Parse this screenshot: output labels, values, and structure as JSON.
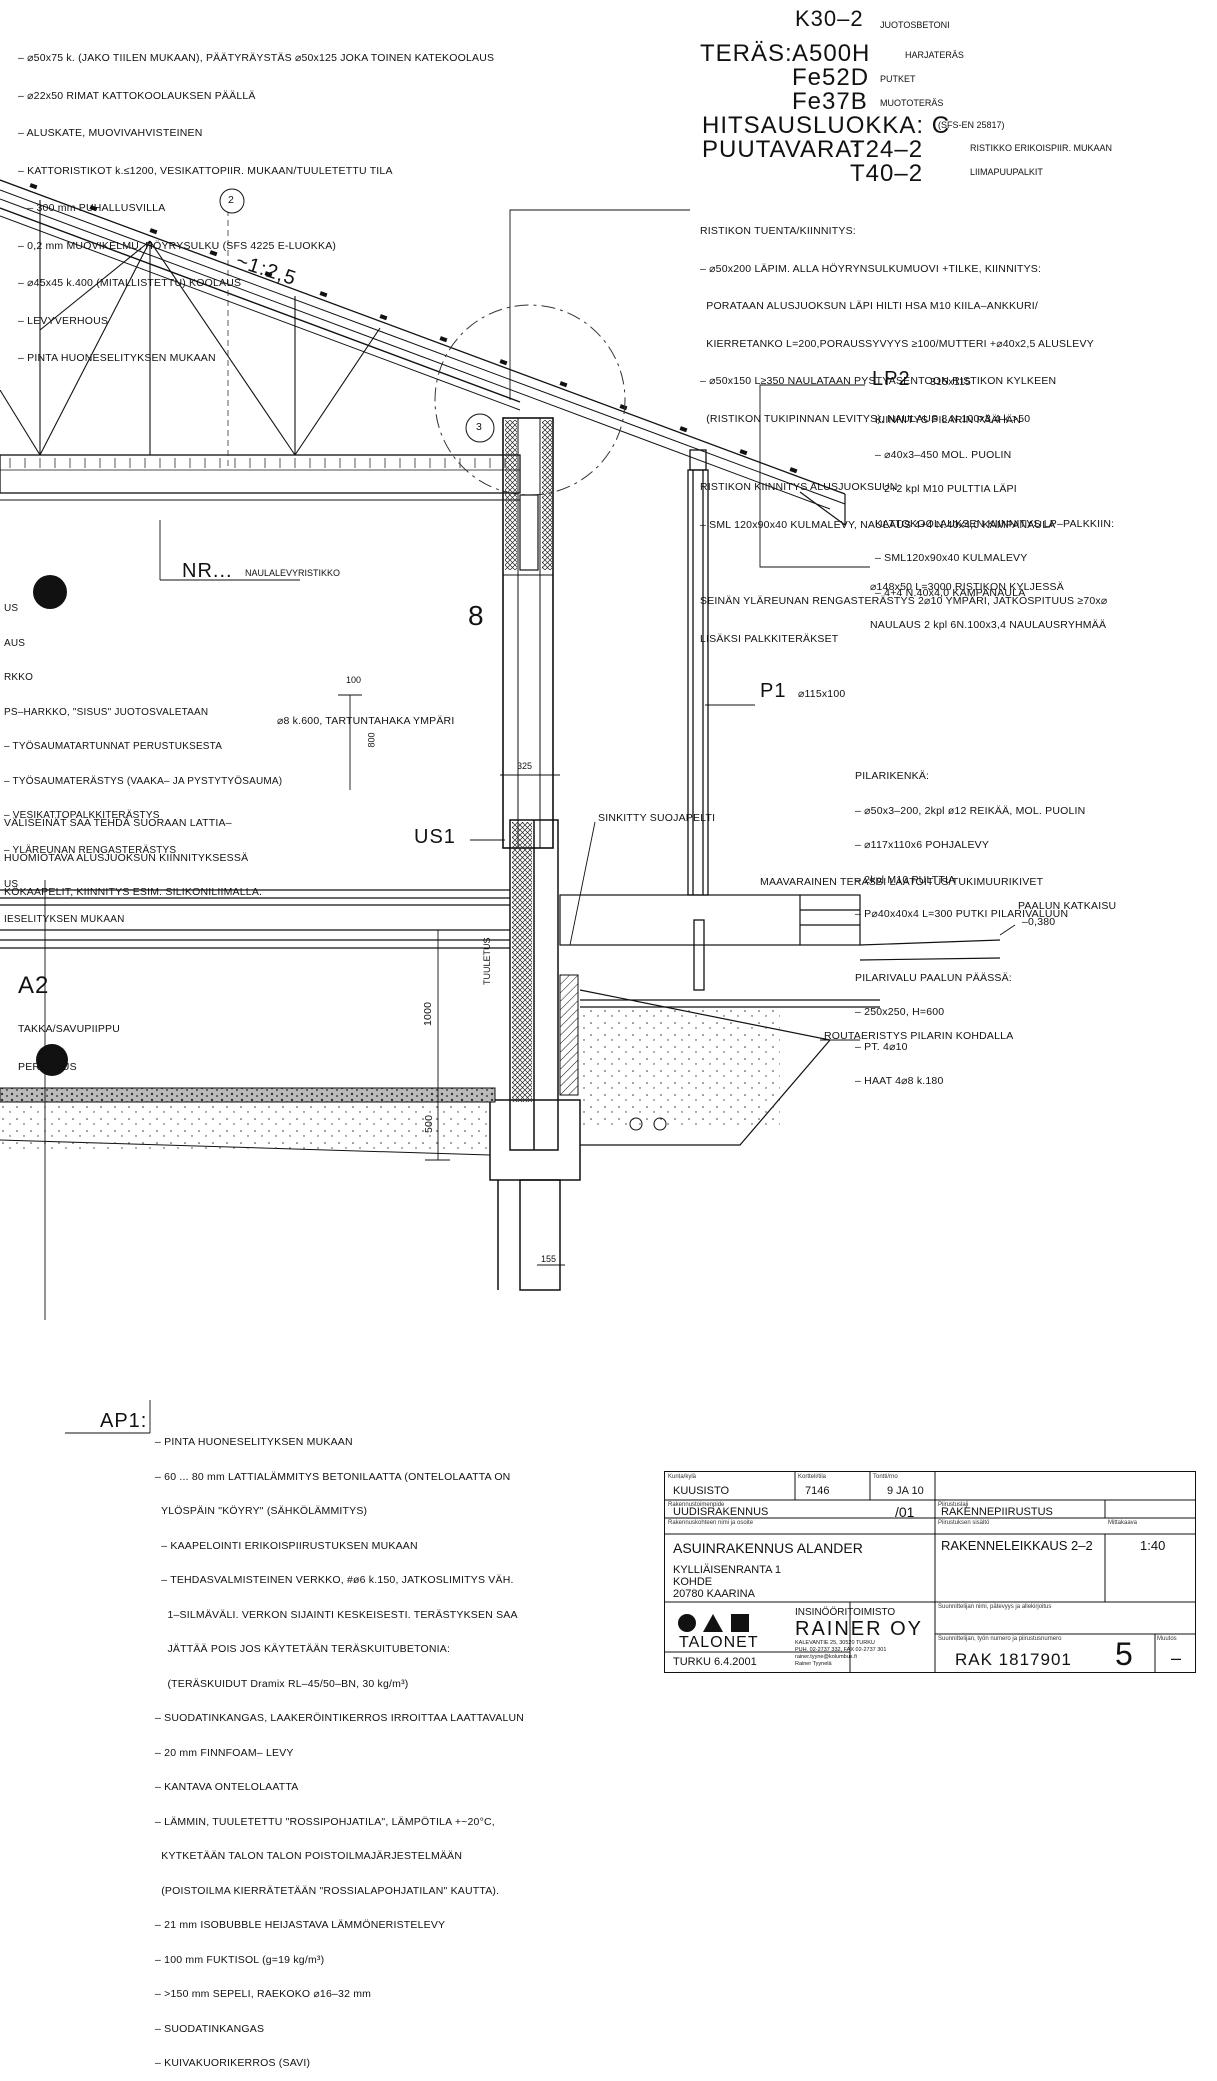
{
  "top_left_notes": [
    "– ⌀50x75 k. (JAKO TIILEN MUKAAN), PÄÄTYRÄYSTÄS ⌀50x125 JOKA TOINEN KATEKOOLAUS",
    "– ⌀22x50 RIMAT KATTOKOOLAUKSEN PÄÄLLÄ",
    "– ALUSKATE, MUOVIVAHVISTEINEN",
    "– KATTORISTIKOT k.≤1200, VESIKATTOPIIR. MUKAAN/TUULETETTU TILA",
    "   – 300 mm PUHALLUSVILLA",
    "– 0,2 mm MUOVIKELMU, HÖYRYSULKU (SFS 4225 E-LUOKKA)",
    "– ⌀45x45 k.400 (MITALLISTETTU) KOOLAUS",
    "– LEVYVERHOUS",
    "– PINTA HUONESELITYKSEN MUKAAN"
  ],
  "materials": {
    "k30": "K30–2",
    "k30_note": "JUOTOSBETONI",
    "steel_label": "TERÄS:",
    "steel": [
      {
        "grade": "A500H",
        "note": "HARJATERÄS"
      },
      {
        "grade": "Fe52D",
        "note": "PUTKET"
      },
      {
        "grade": "Fe37B",
        "note": "MUOTOTERÄS"
      }
    ],
    "weld": "HITSAUSLUOKKA: C",
    "weld_note": "(SFS-EN 25817)",
    "timber_label": "PUUTAVARA:",
    "timber": [
      {
        "grade": "T24–2",
        "note": "RISTIKKO ERIKOISPIIR. MUKAAN"
      },
      {
        "grade": "T40–2",
        "note": "LIIMAPUUPALKIT"
      }
    ]
  },
  "truss_support": [
    "RISTIKON TUENTA/KIINNITYS:",
    "– ⌀50x200 LÄPIM. ALLA HÖYRYNSULKUMUOVI +TILKE, KIINNITYS:",
    "  PORATAAN ALUSJUOKSUN LÄPI HILTI HSA M10 KIILA–ANKKURI/",
    "  KIERRETANKO L=200,PORAUSSYVYYS ≥100/MUTTERI +⌀40x2,5 ALUSLEVY",
    "– ⌀50x150 L≥350 NAULATAAN PYSTYASENTOON RISTIKON KYLKEEN",
    "  (RISTIKON TUKIPINNAN LEVITYS), NAULAUS 8 N.100x3,4 k.>50",
    "",
    "RISTIKON KIINNITYS ALUSJUOKSUUN:",
    "– SML 120x90x40 KULMALEVY, NAULAUS 4+4 N.40x4,0 KAMPANAULA",
    "",
    "SEINÄN YLÄREUNAN RENGASTERÄSTYS 2⌀10 YMPÄRI, JATKOSPITUUS ≥70x⌀",
    "LISÄKSI PALKKITERÄKSET"
  ],
  "lp2": {
    "title": "LP2",
    "size": "315x115",
    "lines": [
      "KIINNITYS PILARIN PÄÄHÄN",
      "– ⌀40x3–450 MOL. PUOLIN",
      "– 2+2 kpl M10 PULTTIA LÄPI",
      "KATTOKOOLAUKSEN KIINNITYS LP–PALKKIIN:",
      "– SML120x90x40 KULMALEVY",
      "– 4+4 N.40x4,0 KAMPANAULA"
    ]
  },
  "callout_tie": [
    "⌀148x50 L=3000 RISTIKON KYLJESSÄ",
    "NAULAUS 2 kpl 6N.100x3,4 NAULAUSRYHMÄÄ"
  ],
  "slope": "~1:2,5",
  "markers": {
    "m2": "2",
    "m3": "3",
    "section": "8"
  },
  "nr": {
    "title": "NR...",
    "note": "NAULALEVYRISTIKKO"
  },
  "left_wall_notes": [
    "US",
    "AUS",
    "RKKO",
    "PS–HARKKO, \"SISUS\" JUOTOSVALETAAN",
    "– TYÖSAUMATARTUNNAT PERUSTUKSESTA",
    "– TYÖSAUMATERÄSTYS (VAAKA– JA PYSTYTYÖSAUMA)",
    "– VESIKATTOPALKKITERÄSTYS",
    "– YLÄREUNAN RENGASTERÄSTYS",
    "US",
    "IESELITYKSEN MUKAAN"
  ],
  "dims": {
    "d100": "100",
    "d800": "800",
    "d325": "325",
    "d1000": "1000",
    "d500": "500",
    "d155": "155"
  },
  "hook_note": "⌀8 k.600, TARTUNTAHAKA YMPÄRI",
  "p1": {
    "title": "P1",
    "size": "⌀115x100"
  },
  "partition_notes": [
    "VÄLISEINÄT SAA TEHDÄ SUORAAN LATTIA–",
    "HUOMIOTAVA ALUSJUOKSUN KIINNITYKSESSÄ",
    "KÖKAAPELIT, KIINNITYS ESIM. SILIKONILIIMALLA."
  ],
  "pillar_shoe": [
    "PILARIKENKÄ:",
    "– ⌀50x3–200, 2kpl ø12 REIKÄÄ, MOL. PUOLIN",
    "– ⌀117x110x6 POHJALEVY",
    "– 2kpl M10 PULTTIA",
    "– P⌀40x40x4 L=300 PUTKI PILARIVALUUN",
    "",
    "PILARIVALU PAALUN PÄÄSSÄ:",
    "– 250x250, H=600",
    "– PT. 4⌀10",
    "– HAAT 4⌀8 k.180"
  ],
  "us1": "US1",
  "sinkitty": "SINKITTY SUOJAPELTI",
  "terrace": "MAAVARAINEN TERASSI LAATOITUS/TUKIMUURIKIVET",
  "pile_cut": {
    "label": "PAALUN KATKAISU",
    "value": "–0,380"
  },
  "tuuletus": "TUULETUS",
  "a2": {
    "title": "A2",
    "lines": [
      "TAKKA/SAVUPIIPPU",
      "PERUSTUS"
    ]
  },
  "frost": "ROUTAERISTYS PILARIN KOHDALLA",
  "ap1": {
    "title": "AP1:",
    "lines": [
      "– PINTA HUONESELITYKSEN MUKAAN",
      "– 60 ... 80 mm LATTIALÄMMITYS BETONILAATTA (ONTELOLAATTA ON",
      "  YLÖSPÄIN \"KÖYRY\" (SÄHKÖLÄMMITYS)",
      "  – KAAPELOINTI ERIKOISPIIRUSTUKSEN MUKAAN",
      "  – TEHDASVALMISTEINEN VERKKO, #ø6 k.150, JATKOSLIMITYS VÄH.",
      "    1–SILMÄVÄLI. VERKON SIJAINTI KESKEISESTI. TERÄSTYKSEN SAA",
      "    JÄTTÄÄ POIS JOS KÄYTETÄÄN TERÄSKUITUBETONIA:",
      "    (TERÄSKUIDUT Dramix RL–45/50–BN, 30 kg/m³)",
      "– SUODATINKANGAS, LAAKERÖINTIKERROS IRROITTAA LAATTAVALUN",
      "– 20 mm FINNFOAM– LEVY",
      "– KANTAVA ONTELOLAATTA",
      "– LÄMMIN, TUULETETTU \"ROSSIPOHJATILA\", LÄMPÖTILA +~20°C,",
      "  KYTKETÄÄN TALON TALON POISTOILMAJÄRJESTELMÄÄN",
      "  (POISTOILMA KIERRÄTETÄÄN \"ROSSIALAPOHJATILAN\" KAUTTA).",
      "– 21 mm ISOBUBBLE HEIJASTAVA LÄMMÖNERISTELEVY",
      "– 100 mm FUKTISOL (g=19 kg/m³)",
      "– >150 mm SEPELI, RAEKOKO ⌀16–32 mm",
      "– SUODATINKANGAS",
      "– KUIVAKUORIKERROS (SAVI)"
    ]
  },
  "title_block": {
    "municipality": "KUUSISTO",
    "block": "7146",
    "plot": "9 JA 10",
    "project_type": "UUDISRAKENNUS",
    "sheet_no": "/01",
    "drawing_type": "RAKENNEPIIRUSTUS",
    "project_name": "ASUINRAKENNUS ALANDER",
    "address_lines": [
      "KYLLIÄISENRANTA 1",
      "KOHDE",
      "20780 KAARINA"
    ],
    "drawing_title": "RAKENNELEIKKAUS 2–2",
    "scale": "1:40",
    "office_label": "INSINÖÖRITOIMISTO",
    "office_name": "RAINER OY",
    "office_addr": [
      "KALEVANTIE 25, 30520 TURKU",
      "PUH. 02-2737 332, FAX 02-2737 301",
      "rainer.tyyne@kolumbus.fi",
      "Rainer Tyynelä"
    ],
    "logo_text": "TALONET",
    "place_date": "TURKU 6.4.2001",
    "drawing_code": "RAK 1817901",
    "number": "5",
    "revision": "–",
    "labels": {
      "l1": "Kunta/kylä",
      "l2": "Kortteli/tila",
      "l3": "Tontti/rno",
      "l4": "Rakennustoimenpide",
      "l5": "Piirustuslaji",
      "l6": "Rakennuskohteen nimi ja osoite",
      "l7": "Piirustuksen sisältö",
      "l8": "Mittakaava",
      "l9": "Suunnittelijan nimi, pätevyys ja allekirjoitus",
      "l10": "Suunnittelijan, työn numero ja piirustusnumero",
      "l11": "Muutos"
    }
  },
  "colors": {
    "ink": "#111111",
    "paper": "#ffffff",
    "gray": "#bbbbbb"
  }
}
